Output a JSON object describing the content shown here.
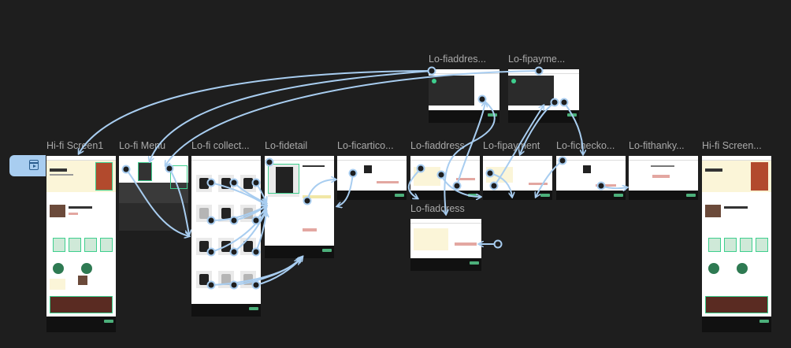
{
  "canvas": {
    "background": "#1e1e1e",
    "connector_color": "#a8cdf0",
    "highlight_color": "#3ecf8e"
  },
  "frames": {
    "hifi1": {
      "label": "Hi-fi Screen1"
    },
    "menu": {
      "label": "Lo-fi Menu"
    },
    "collect": {
      "label": "Lo-fi collect..."
    },
    "detail": {
      "label": "Lo-fidetail"
    },
    "cart": {
      "label": "Lo-ficartico..."
    },
    "address": {
      "label": "Lo-fiaddress"
    },
    "payment": {
      "label": "Lo-fipayment"
    },
    "checkout": {
      "label": "Lo-fichecko..."
    },
    "thanky": {
      "label": "Lo-fithanky..."
    },
    "hifi2": {
      "label": "Hi-fi Screen..."
    },
    "address_top": {
      "label": "Lo-fiaddres..."
    },
    "payment_top": {
      "label": "Lo-fipayme..."
    },
    "address_low": {
      "label": "Lo-fiaddress"
    }
  },
  "play_button": {
    "icon": "play-icon"
  }
}
